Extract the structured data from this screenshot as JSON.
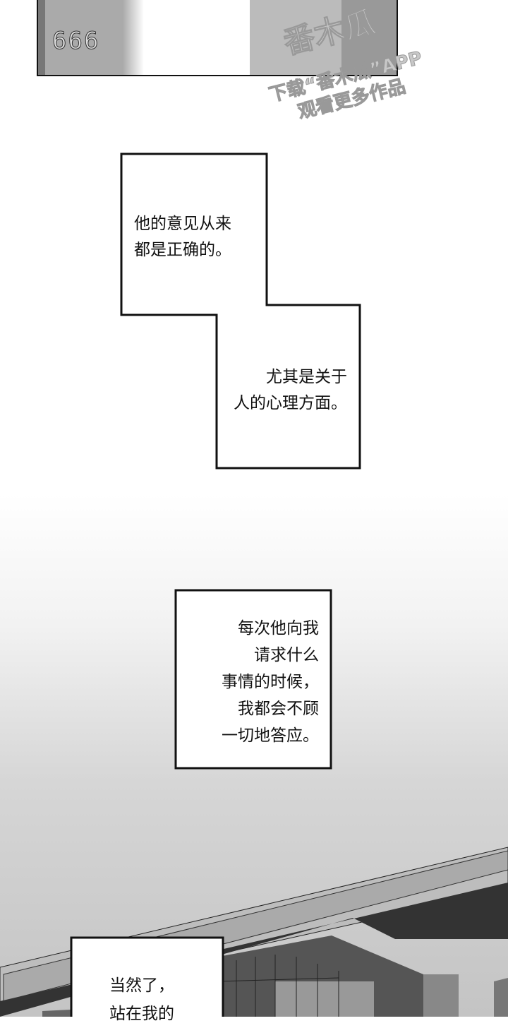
{
  "panel_top": {
    "sign_digits": "666"
  },
  "watermark": {
    "logo": "番木瓜",
    "line1": "下载“番木瓜”APP",
    "line2": "观看更多作品"
  },
  "captions": [
    {
      "lines": [
        "他的意见从来",
        "都是正确的。"
      ]
    },
    {
      "lines": [
        "尤其是关于",
        "人的心理方面。"
      ]
    },
    {
      "lines": [
        "每次他向我",
        "请求什么",
        "事情的时候，",
        "我都会不顾",
        "一切地答应。"
      ]
    },
    {
      "lines": [
        "当然了，",
        "站在我的"
      ]
    }
  ]
}
